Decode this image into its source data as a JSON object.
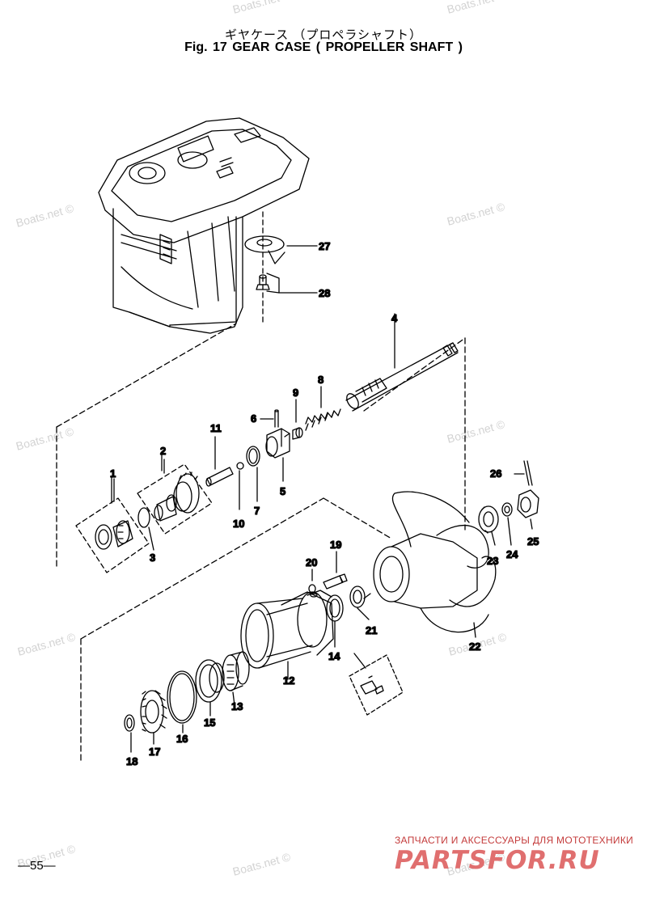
{
  "header": {
    "title_jp": "ギヤケース （プロペラシャフト）",
    "title_en": "Fig. 17   GEAR CASE ( PROPELLER SHAFT )"
  },
  "watermarks": [
    "Boats.net ©",
    "Boats.net ©",
    "Boats.net ©",
    "Boats.net ©",
    "Boats.net ©",
    "Boats.net ©",
    "Boats.net ©",
    "Boats.net ©",
    "Boats.net ©",
    "Boats.net ©",
    "Boats.net ©"
  ],
  "part_labels": [
    "1",
    "2",
    "3",
    "4",
    "5",
    "6",
    "7",
    "8",
    "9",
    "10",
    "11",
    "12",
    "13",
    "14",
    "15",
    "16",
    "17",
    "18",
    "19",
    "20",
    "21",
    "22",
    "23",
    "24",
    "25",
    "26",
    "27",
    "28"
  ],
  "footer": {
    "page_number": "—55—",
    "brand_subtitle": "ЗАПЧАСТИ И АКСЕССУАРЫ ДЛЯ МОТОТЕХНИКИ",
    "brand_logo": "PARTSFOR.RU"
  },
  "colors": {
    "line": "#000000",
    "watermark": "#d3d3d3",
    "brand": "#e06f6f"
  }
}
